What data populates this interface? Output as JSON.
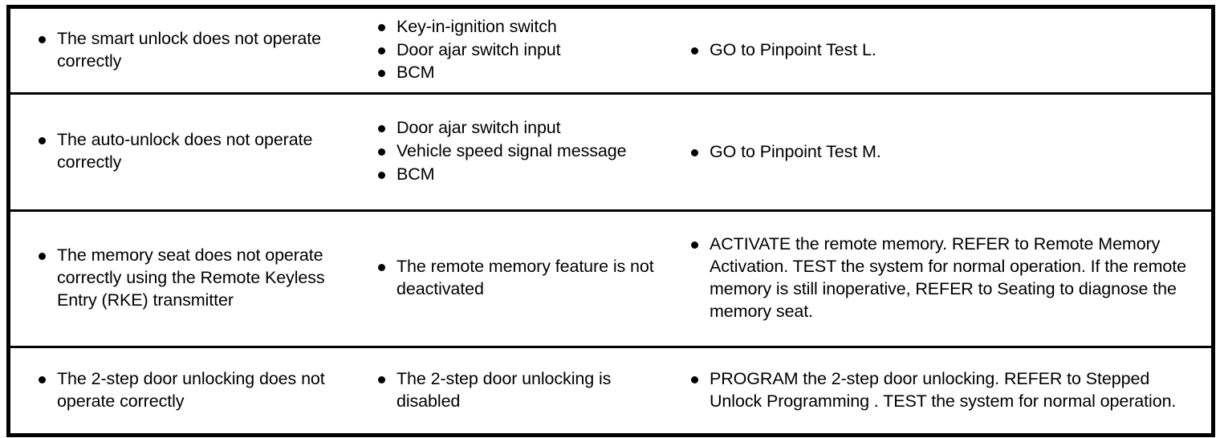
{
  "table": {
    "accent_color": "#000000",
    "background_color": "#ffffff",
    "border_color": "#000000",
    "rows": [
      {
        "condition": [
          "The smart unlock does not operate correctly"
        ],
        "possible_sources": [
          "Key-in-ignition switch",
          "Door ajar switch input",
          "BCM"
        ],
        "actions": [
          "GO to Pinpoint Test L."
        ]
      },
      {
        "condition": [
          "The auto-unlock does not operate correctly"
        ],
        "possible_sources": [
          "Door ajar switch input",
          "Vehicle speed signal message",
          "BCM"
        ],
        "actions": [
          "GO to Pinpoint Test M."
        ]
      },
      {
        "condition": [
          "The memory seat does not operate correctly using the Remote Keyless Entry (RKE) transmitter"
        ],
        "possible_sources": [
          "The remote memory feature is not deactivated"
        ],
        "actions": [
          "ACTIVATE the remote memory. REFER to Remote Memory Activation. TEST the system for normal operation. If the remote memory is still inoperative, REFER to Seating to diagnose the memory seat."
        ]
      },
      {
        "condition": [
          "The 2-step door unlocking does not operate correctly"
        ],
        "possible_sources": [
          "The 2-step door unlocking is disabled"
        ],
        "actions": [
          "PROGRAM the 2-step door unlocking. REFER to Stepped Unlock Programming . TEST the system for normal operation."
        ]
      }
    ]
  }
}
